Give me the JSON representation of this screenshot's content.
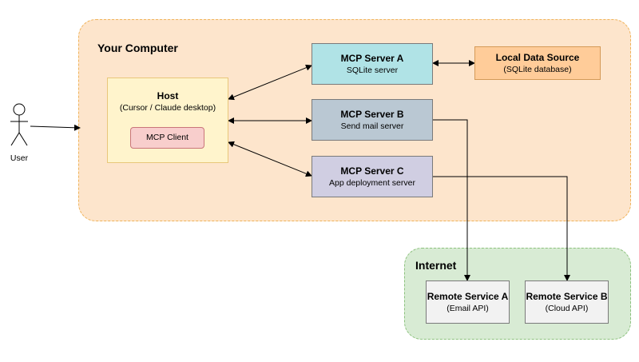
{
  "regions": {
    "computer_title": "Your Computer",
    "internet_title": "Internet"
  },
  "actor": {
    "label": "User"
  },
  "host": {
    "title": "Host",
    "subtitle": "(Cursor / Claude desktop)",
    "client_label": "MCP Client"
  },
  "servers": [
    {
      "title": "MCP Server A",
      "subtitle": "SQLite server"
    },
    {
      "title": "MCP Server B",
      "subtitle": "Send mail server"
    },
    {
      "title": "MCP Server C",
      "subtitle": "App deployment server"
    }
  ],
  "local_source": {
    "title": "Local Data Source",
    "subtitle": "(SQLite database)"
  },
  "remote": [
    {
      "title": "Remote Service A",
      "subtitle": "(Email API)"
    },
    {
      "title": "Remote Service B",
      "subtitle": "(Cloud API)"
    }
  ],
  "colors": {
    "computer_fill": "#fde5cc",
    "computer_border": "#f0b35a",
    "internet_fill": "#d8ebd4",
    "internet_border": "#8dc27e",
    "host_fill": "#fff4cc",
    "host_border": "#e8c77a",
    "client_fill": "#f8cecc",
    "client_border": "#c9757a",
    "server_a_fill": "#b0e3e6",
    "server_b_fill": "#bac8d3",
    "server_c_fill": "#d0cee2",
    "local_fill": "#ffcc99",
    "local_border": "#d49a58",
    "remote_fill": "#f2f2f2"
  }
}
